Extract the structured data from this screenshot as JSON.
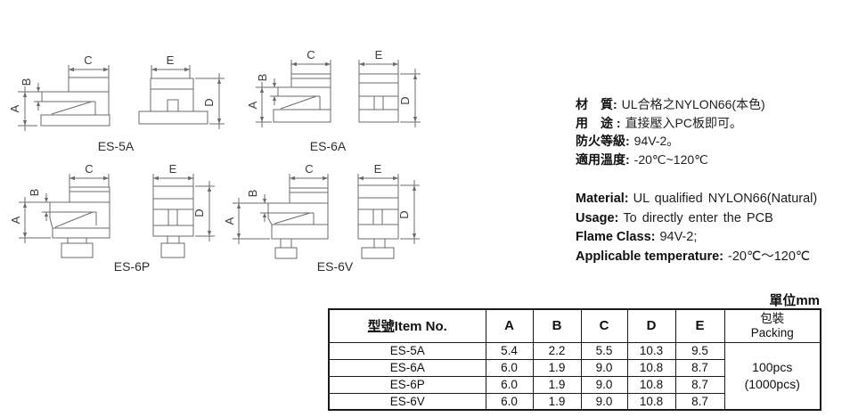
{
  "drawings": {
    "dim_labels": {
      "A": "A",
      "B": "B",
      "C": "C",
      "D": "D",
      "E": "E"
    },
    "parts": [
      {
        "name": "ES-5A"
      },
      {
        "name": "ES-6A"
      },
      {
        "name": "ES-6P"
      },
      {
        "name": "ES-6V"
      }
    ]
  },
  "specs": {
    "zh": [
      {
        "label": "材　質:",
        "value": "UL合格之NYLON66(本色)"
      },
      {
        "label": "用　途 :",
        "value": "直接壓入PC板即可。"
      },
      {
        "label": "防火等級:",
        "value": "94V-2。"
      },
      {
        "label": "適用溫度:",
        "value": "-20℃~120℃"
      }
    ],
    "en": [
      {
        "label": "Material:",
        "value": "UL qualified NYLON66(Natural)"
      },
      {
        "label": "Usage:",
        "value": "To directly enter the PCB"
      },
      {
        "label": "Flame Class:",
        "value": "94V-2;"
      },
      {
        "label": "Applicable temperature:",
        "value": "-20℃～120℃"
      }
    ]
  },
  "table": {
    "unit_label": "單位mm",
    "headers": {
      "item_zh": "型號",
      "item_en": "Item No.",
      "a": "A",
      "b": "B",
      "c": "C",
      "d": "D",
      "e": "E",
      "packing_zh": "包裝",
      "packing_en": "Packing"
    },
    "rows": [
      {
        "item": "ES-5A",
        "a": "5.4",
        "b": "2.2",
        "c": "5.5",
        "d": "10.3",
        "e": "9.5"
      },
      {
        "item": "ES-6A",
        "a": "6.0",
        "b": "1.9",
        "c": "9.0",
        "d": "10.8",
        "e": "8.7"
      },
      {
        "item": "ES-6P",
        "a": "6.0",
        "b": "1.9",
        "c": "9.0",
        "d": "10.8",
        "e": "8.7"
      },
      {
        "item": "ES-6V",
        "a": "6.0",
        "b": "1.9",
        "c": "9.0",
        "d": "10.8",
        "e": "8.7"
      }
    ],
    "packing": {
      "line1": "100pcs",
      "line2": "(1000pcs)"
    }
  },
  "colors": {
    "line": "#6b6b6b",
    "text": "#202020",
    "table_border": "#1a1a1a"
  }
}
